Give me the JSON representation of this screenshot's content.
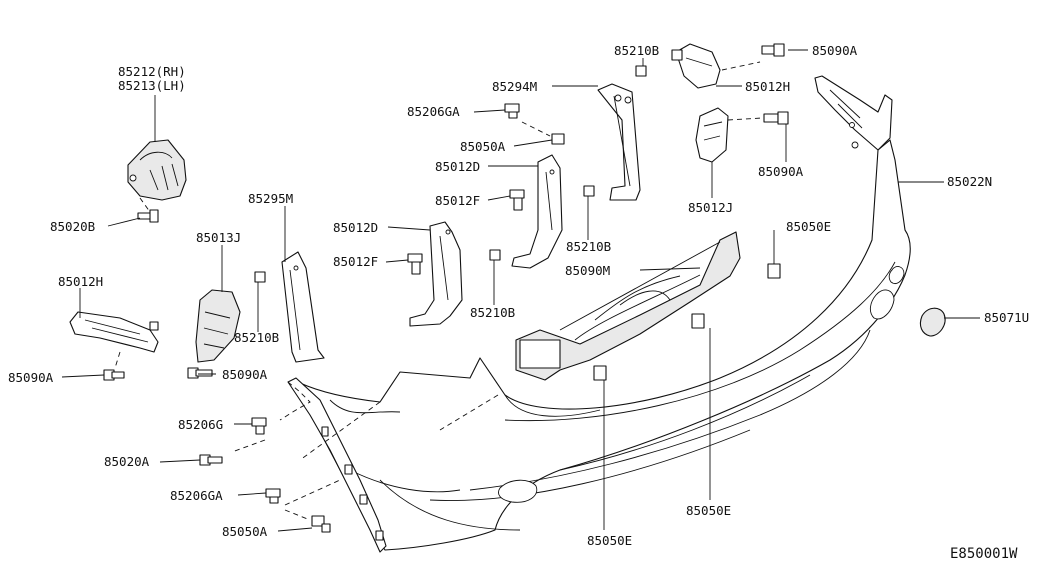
{
  "diagram_id": "E850001W",
  "labels": {
    "p85212": "85212(RH)",
    "p85213": "85213(LH)",
    "p85020b": "85020B",
    "p85295m": "85295M",
    "p85013j": "85013J",
    "p85210b_left": "85210B",
    "p85012h_left": "85012H",
    "p85090a_left": "85090A",
    "p85090a_mid": "85090A",
    "p85012d_upper": "85012D",
    "p85012f_upper": "85012F",
    "p85012d_lower": "85012D",
    "p85012f_lower": "85012F",
    "p85210b_mid": "85210B",
    "p85210b_upper": "85210B",
    "p85210b_top": "85210B",
    "p85294m": "85294M",
    "p85206ga_top": "85206GA",
    "p85050a_top": "85050A",
    "p85090a_top": "85090A",
    "p85012h_top": "85012H",
    "p85012j": "85012J",
    "p85090a_right": "85090A",
    "p85022n": "85022N",
    "p85050e_right": "85050E",
    "p85090m": "85090M",
    "p85071u": "85071U",
    "p85206g": "85206G",
    "p85020a": "85020A",
    "p85206ga_bottom": "85206GA",
    "p85050a_bottom": "85050A",
    "p85050e_bottom_left": "85050E",
    "p85050e_bottom_right": "85050E"
  }
}
